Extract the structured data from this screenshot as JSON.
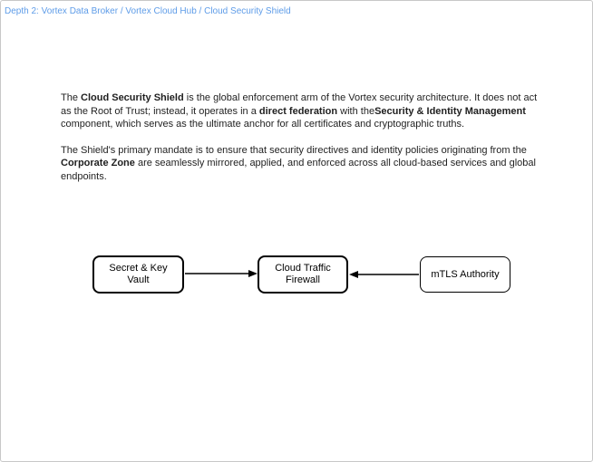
{
  "page": {
    "background": "#ffffff",
    "border_color": "#c8c8c8"
  },
  "breadcrumb": {
    "text": "Depth 2: Vortex Data Broker / Vortex Cloud Hub / Cloud Security Shield",
    "color": "#5e9ce8"
  },
  "content": {
    "paragraph1": {
      "seg1": "The ",
      "seg2_bold": "Cloud Security Shield",
      "seg3": " is the global enforcement arm of the Vortex security architecture. It does not act as the Root of Trust; instead, it operates in a ",
      "seg4_bold": "direct federation",
      "seg5": " with the",
      "seg6_bold": "Security & Identity Management",
      "seg7": " component, which serves as the ultimate anchor for all certificates and cryptographic truths."
    },
    "paragraph2": {
      "seg1": "The Shield's primary mandate is to ensure that security directives and identity policies originating from the ",
      "seg2_bold": "Corporate Zone",
      "seg3": " are seamlessly mirrored, applied, and enforced across all cloud-based services and global endpoints."
    }
  },
  "diagram": {
    "node_border_color": "#000000",
    "node_fill": "#ffffff",
    "arrow_color": "#000000",
    "nodes": [
      {
        "id": "secret-key-vault",
        "label": "Secret & Key\nVault"
      },
      {
        "id": "cloud-traffic-firewall",
        "label": "Cloud Traffic\nFirewall"
      },
      {
        "id": "mtls-authority",
        "label": "mTLS Authority"
      }
    ],
    "edges": [
      {
        "from": "secret-key-vault",
        "to": "cloud-traffic-firewall",
        "arrow": "right"
      },
      {
        "from": "mtls-authority",
        "to": "cloud-traffic-firewall",
        "arrow": "left"
      }
    ]
  }
}
